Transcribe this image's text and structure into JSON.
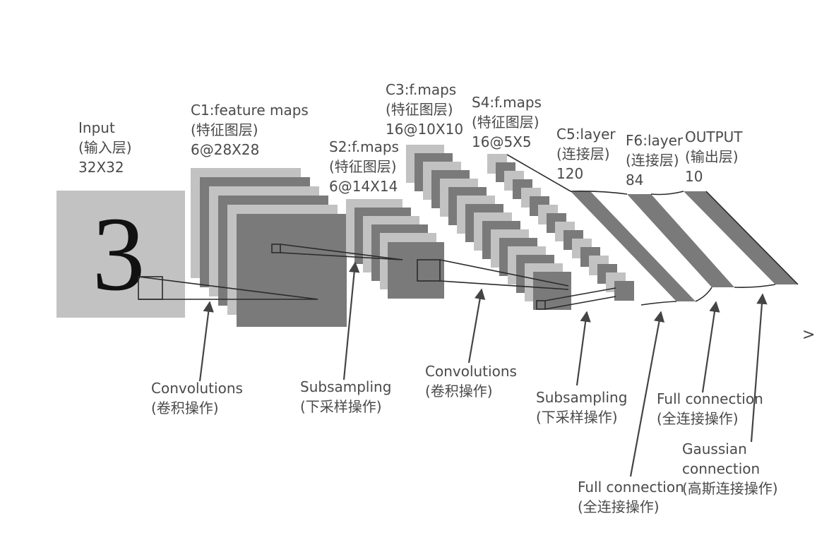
{
  "layers": {
    "input": {
      "name": "Input",
      "cn": "(输入层)",
      "size": "32X32"
    },
    "c1": {
      "name": "C1:feature maps",
      "cn": "(特征图层)",
      "size": "6@28X28"
    },
    "s2": {
      "name": "S2:f.maps",
      "cn": "(特征图层)",
      "size": "6@14X14"
    },
    "c3": {
      "name": "C3:f.maps",
      "cn": "(特征图层)",
      "size": "16@10X10"
    },
    "s4": {
      "name": "S4:f.maps",
      "cn": "(特征图层)",
      "size": "16@5X5"
    },
    "c5": {
      "name": "C5:layer",
      "cn": "(连接层)",
      "size": "120"
    },
    "f6": {
      "name": "F6:layer",
      "cn": "(连接层)",
      "size": "84"
    },
    "output": {
      "name": "OUTPUT",
      "cn": "(输出层)",
      "size": "10"
    }
  },
  "operations": {
    "conv1": {
      "en": "Convolutions",
      "cn": "(卷积操作)"
    },
    "sub1": {
      "en": "Subsampling",
      "cn": "(下采样操作)"
    },
    "conv2": {
      "en": "Convolutions",
      "cn": "(卷积操作)"
    },
    "sub2": {
      "en": "Subsampling",
      "cn": "(下采样操作)"
    },
    "full1": {
      "en": "Full connection",
      "cn": "(全连接操作)"
    },
    "full2": {
      "en": "Full connection",
      "cn": "(全连接操作)"
    },
    "gauss": {
      "en1": "Gaussian",
      "en2": "connection",
      "cn": "(高斯连接操作)"
    }
  },
  "input_digit": "3",
  "next_glyph": ">",
  "colors": {
    "light": "#c2c2c2",
    "dark": "#7a7a7a",
    "line": "#2a2a2a",
    "arrow": "#444444",
    "text": "#4a4a4a"
  }
}
